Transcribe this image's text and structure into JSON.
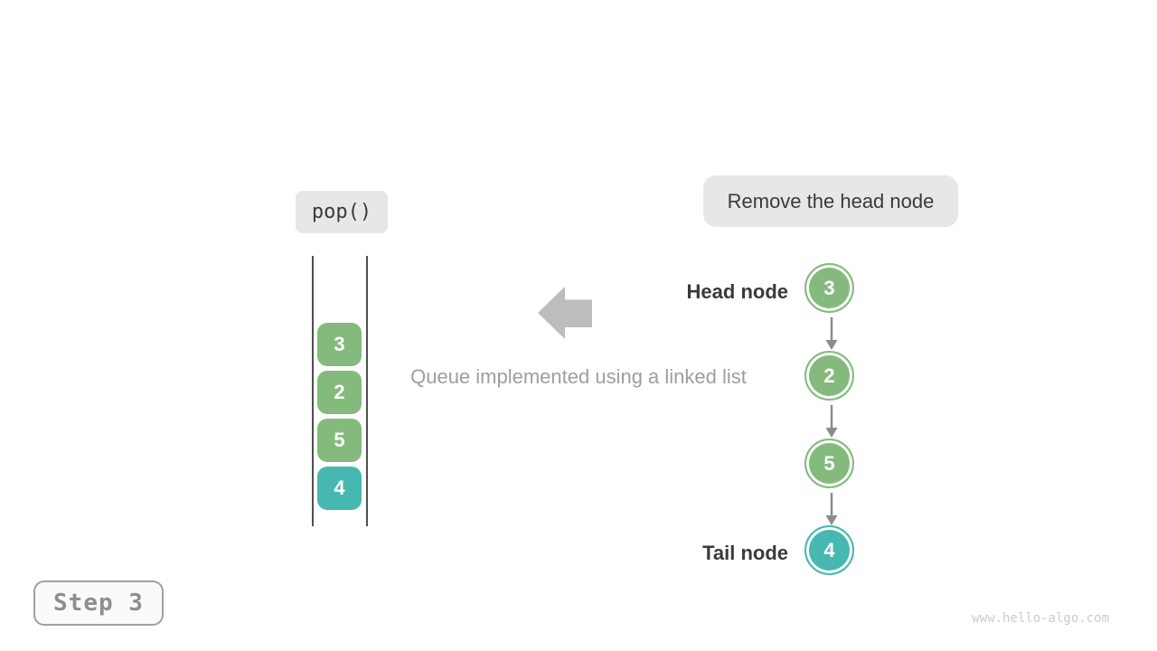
{
  "operation_badge": {
    "label": "pop()"
  },
  "action_badge": {
    "label": "Remove the head node"
  },
  "caption": {
    "text": "Queue implemented using a linked list"
  },
  "queue_container": {
    "items": [
      {
        "value": "3",
        "color": "#84bb7d"
      },
      {
        "value": "2",
        "color": "#84bb7d"
      },
      {
        "value": "5",
        "color": "#84bb7d"
      },
      {
        "value": "4",
        "color": "#47b8b1"
      }
    ]
  },
  "linked_list": {
    "head_label": "Head node",
    "tail_label": "Tail node",
    "nodes": [
      {
        "value": "3",
        "color": "#84bb7d"
      },
      {
        "value": "2",
        "color": "#84bb7d"
      },
      {
        "value": "5",
        "color": "#84bb7d"
      },
      {
        "value": "4",
        "color": "#47b8b1"
      }
    ]
  },
  "step_badge": {
    "label": "Step 3"
  },
  "watermark": {
    "text": "www.hello-algo.com"
  },
  "colors": {
    "node_green": "#84bb7d",
    "node_teal": "#47b8b1",
    "badge_background": "#e7e7e7",
    "dark_text": "#3a3a3a",
    "caption_gray": "#9e9e9e",
    "block_arrow_gray": "#bdbdbd",
    "connector_gray": "#8c8c8c",
    "container_wall": "#4f4f4f"
  }
}
